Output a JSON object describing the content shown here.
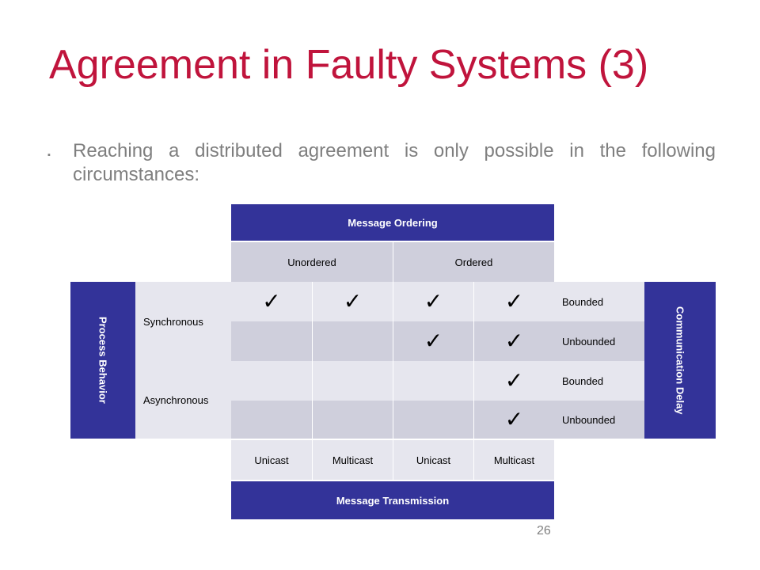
{
  "slide": {
    "title": "Agreement in Faulty Systems (3)",
    "bullet_marker": "▪",
    "bullet_text": "Reaching a distributed agreement is only possible in the following circumstances:",
    "page_number": "26"
  },
  "table": {
    "top_header": "Message Ordering",
    "ordering": [
      "Unordered",
      "Ordered"
    ],
    "left_header": "Process Behavior",
    "right_header": "Communication Delay",
    "bottom_header": "Message Transmission",
    "process": [
      "Synchronous",
      "Asynchronous"
    ],
    "delay": [
      "Bounded",
      "Unbounded",
      "Bounded",
      "Unbounded"
    ],
    "transmission": [
      "Unicast",
      "Multicast",
      "Unicast",
      "Multicast"
    ],
    "check_symbol": "✓",
    "checks": [
      [
        true,
        true,
        true,
        true
      ],
      [
        false,
        false,
        true,
        true
      ],
      [
        false,
        false,
        false,
        true
      ],
      [
        false,
        false,
        false,
        true
      ]
    ]
  },
  "colors": {
    "title": "#c0143c",
    "header_blue": "#333399",
    "cell_light": "#e6e6ee",
    "cell_dark": "#cfcfdc",
    "body_text": "#7f7f7f"
  }
}
